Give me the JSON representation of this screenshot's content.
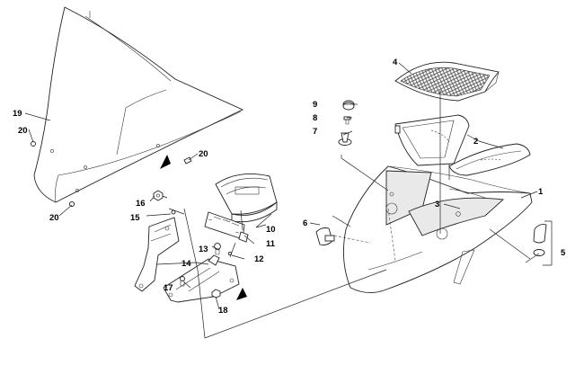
{
  "diagram": {
    "callouts": [
      "1",
      "2",
      "3",
      "4",
      "5",
      "6",
      "7",
      "8",
      "9",
      "10",
      "11",
      "12",
      "13",
      "14",
      "15",
      "16",
      "17",
      "18",
      "19",
      "20"
    ]
  },
  "colors": {
    "ink": "#222222",
    "paper": "#ffffff",
    "shade": "#e9e9e9",
    "mesh": "#555555"
  },
  "icons": [
    "arrow-indicator-icon"
  ]
}
